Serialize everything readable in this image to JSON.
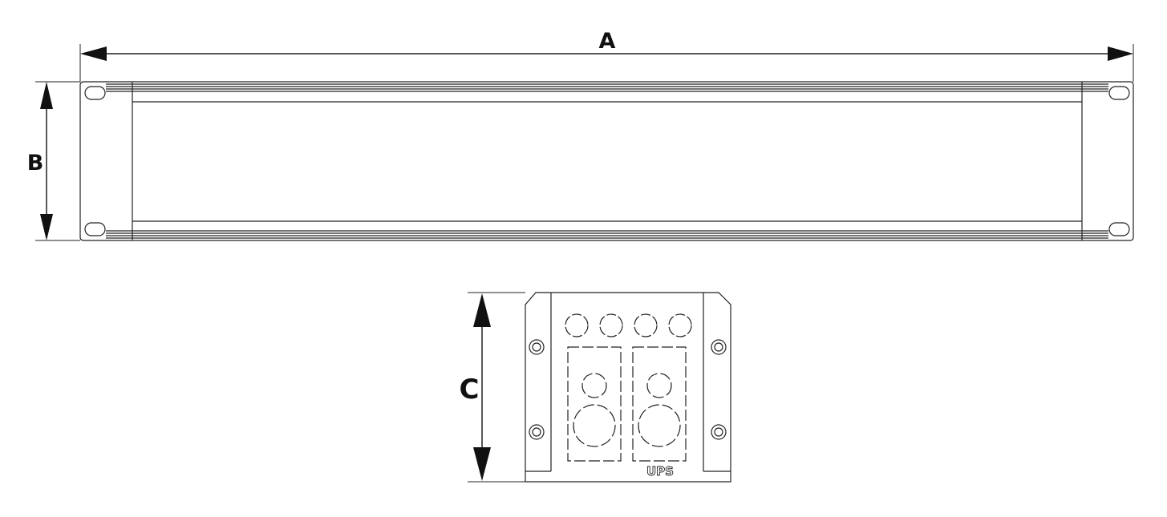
{
  "dimensions": {
    "width_label": "A",
    "height_label": "B",
    "depth_label": "C"
  },
  "end_view": {
    "ups_label": "UPS"
  },
  "colors": {
    "line": "#222222",
    "arrow": "#111111",
    "background": "#ffffff"
  }
}
